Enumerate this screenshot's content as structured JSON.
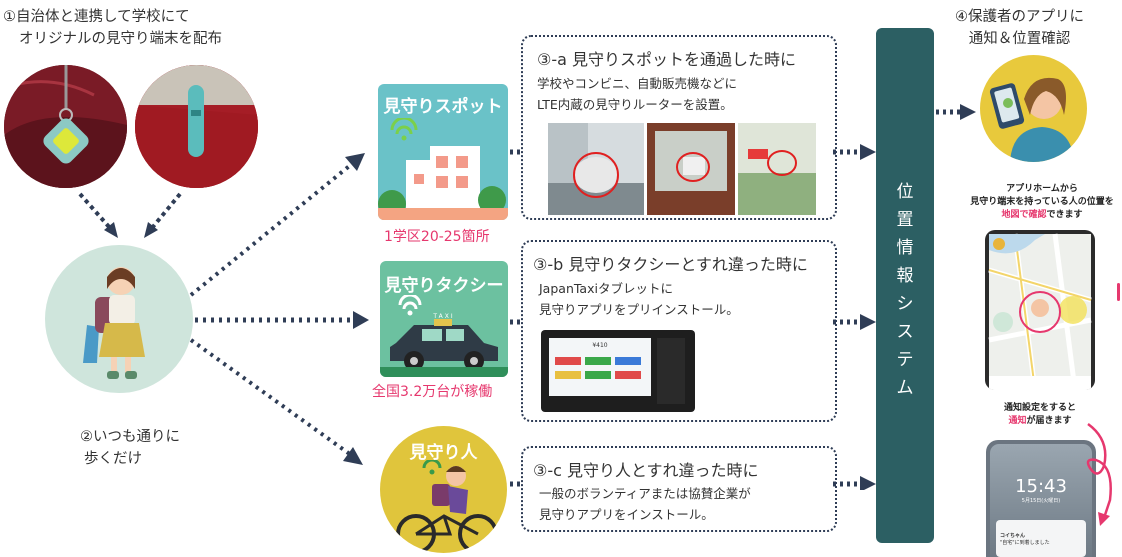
{
  "step1": {
    "line1": "①自治体と連携して学校にて",
    "line2": "オリジナルの見守り端末を配布"
  },
  "step2": {
    "line1": "②いつも通りに",
    "line2": "歩くだけ"
  },
  "step4": {
    "line1": "④保護者のアプリに",
    "line2": "通知＆位置確認"
  },
  "spot": {
    "tile_title": "見守りスポット",
    "stat": "1学区20-25箇所"
  },
  "taxi": {
    "tile_title": "見守りタクシー",
    "stat": "全国3.2万台が稼働",
    "plate": "TAXI"
  },
  "person": {
    "tile_title": "見守り人"
  },
  "callout_a": {
    "title": "③-a 見守りスポットを通過した時に",
    "body1": "学校やコンビニ、自動販売機などに",
    "body2": "LTE内蔵の見守りルーターを設置。"
  },
  "callout_b": {
    "title": "③-b 見守りタクシーとすれ違った時に",
    "body1": "JapanTaxiタブレットに",
    "body2": "見守りアプリをプリインストール。",
    "tablet_price": "¥410"
  },
  "callout_c": {
    "title": "③-c 見守り人とすれ違った時に",
    "body1": "一般のボランティアまたは協賛企業が",
    "body2": "見守りアプリをインストール。"
  },
  "system": {
    "chars": [
      "位",
      "置",
      "情",
      "報",
      "シ",
      "ス",
      "テ",
      "ム"
    ]
  },
  "app_caption": {
    "line1": "アプリホームから",
    "line2": "見守り端末を持っている人の位置を",
    "line3_pink": "地図で確認",
    "line3_rest": "できます"
  },
  "notify_caption": {
    "line1": "通知設定をすると",
    "line2_pink": "通知",
    "line2_rest": "が届きます"
  },
  "lockscreen": {
    "time": "15:43",
    "date": "5月15日(火曜日)",
    "notif_line1": "コイちゃん",
    "notif_line2": "\"自宅\"に到着しました"
  },
  "colors": {
    "navy": "#2f3d56",
    "teal_tile": "#6ac2c8",
    "green_tile": "#6cc1a0",
    "pink": "#e6386e",
    "system": "#2c5f63",
    "mint_circle": "#cfe5dc",
    "yellow_circle": "#e8c93c"
  }
}
